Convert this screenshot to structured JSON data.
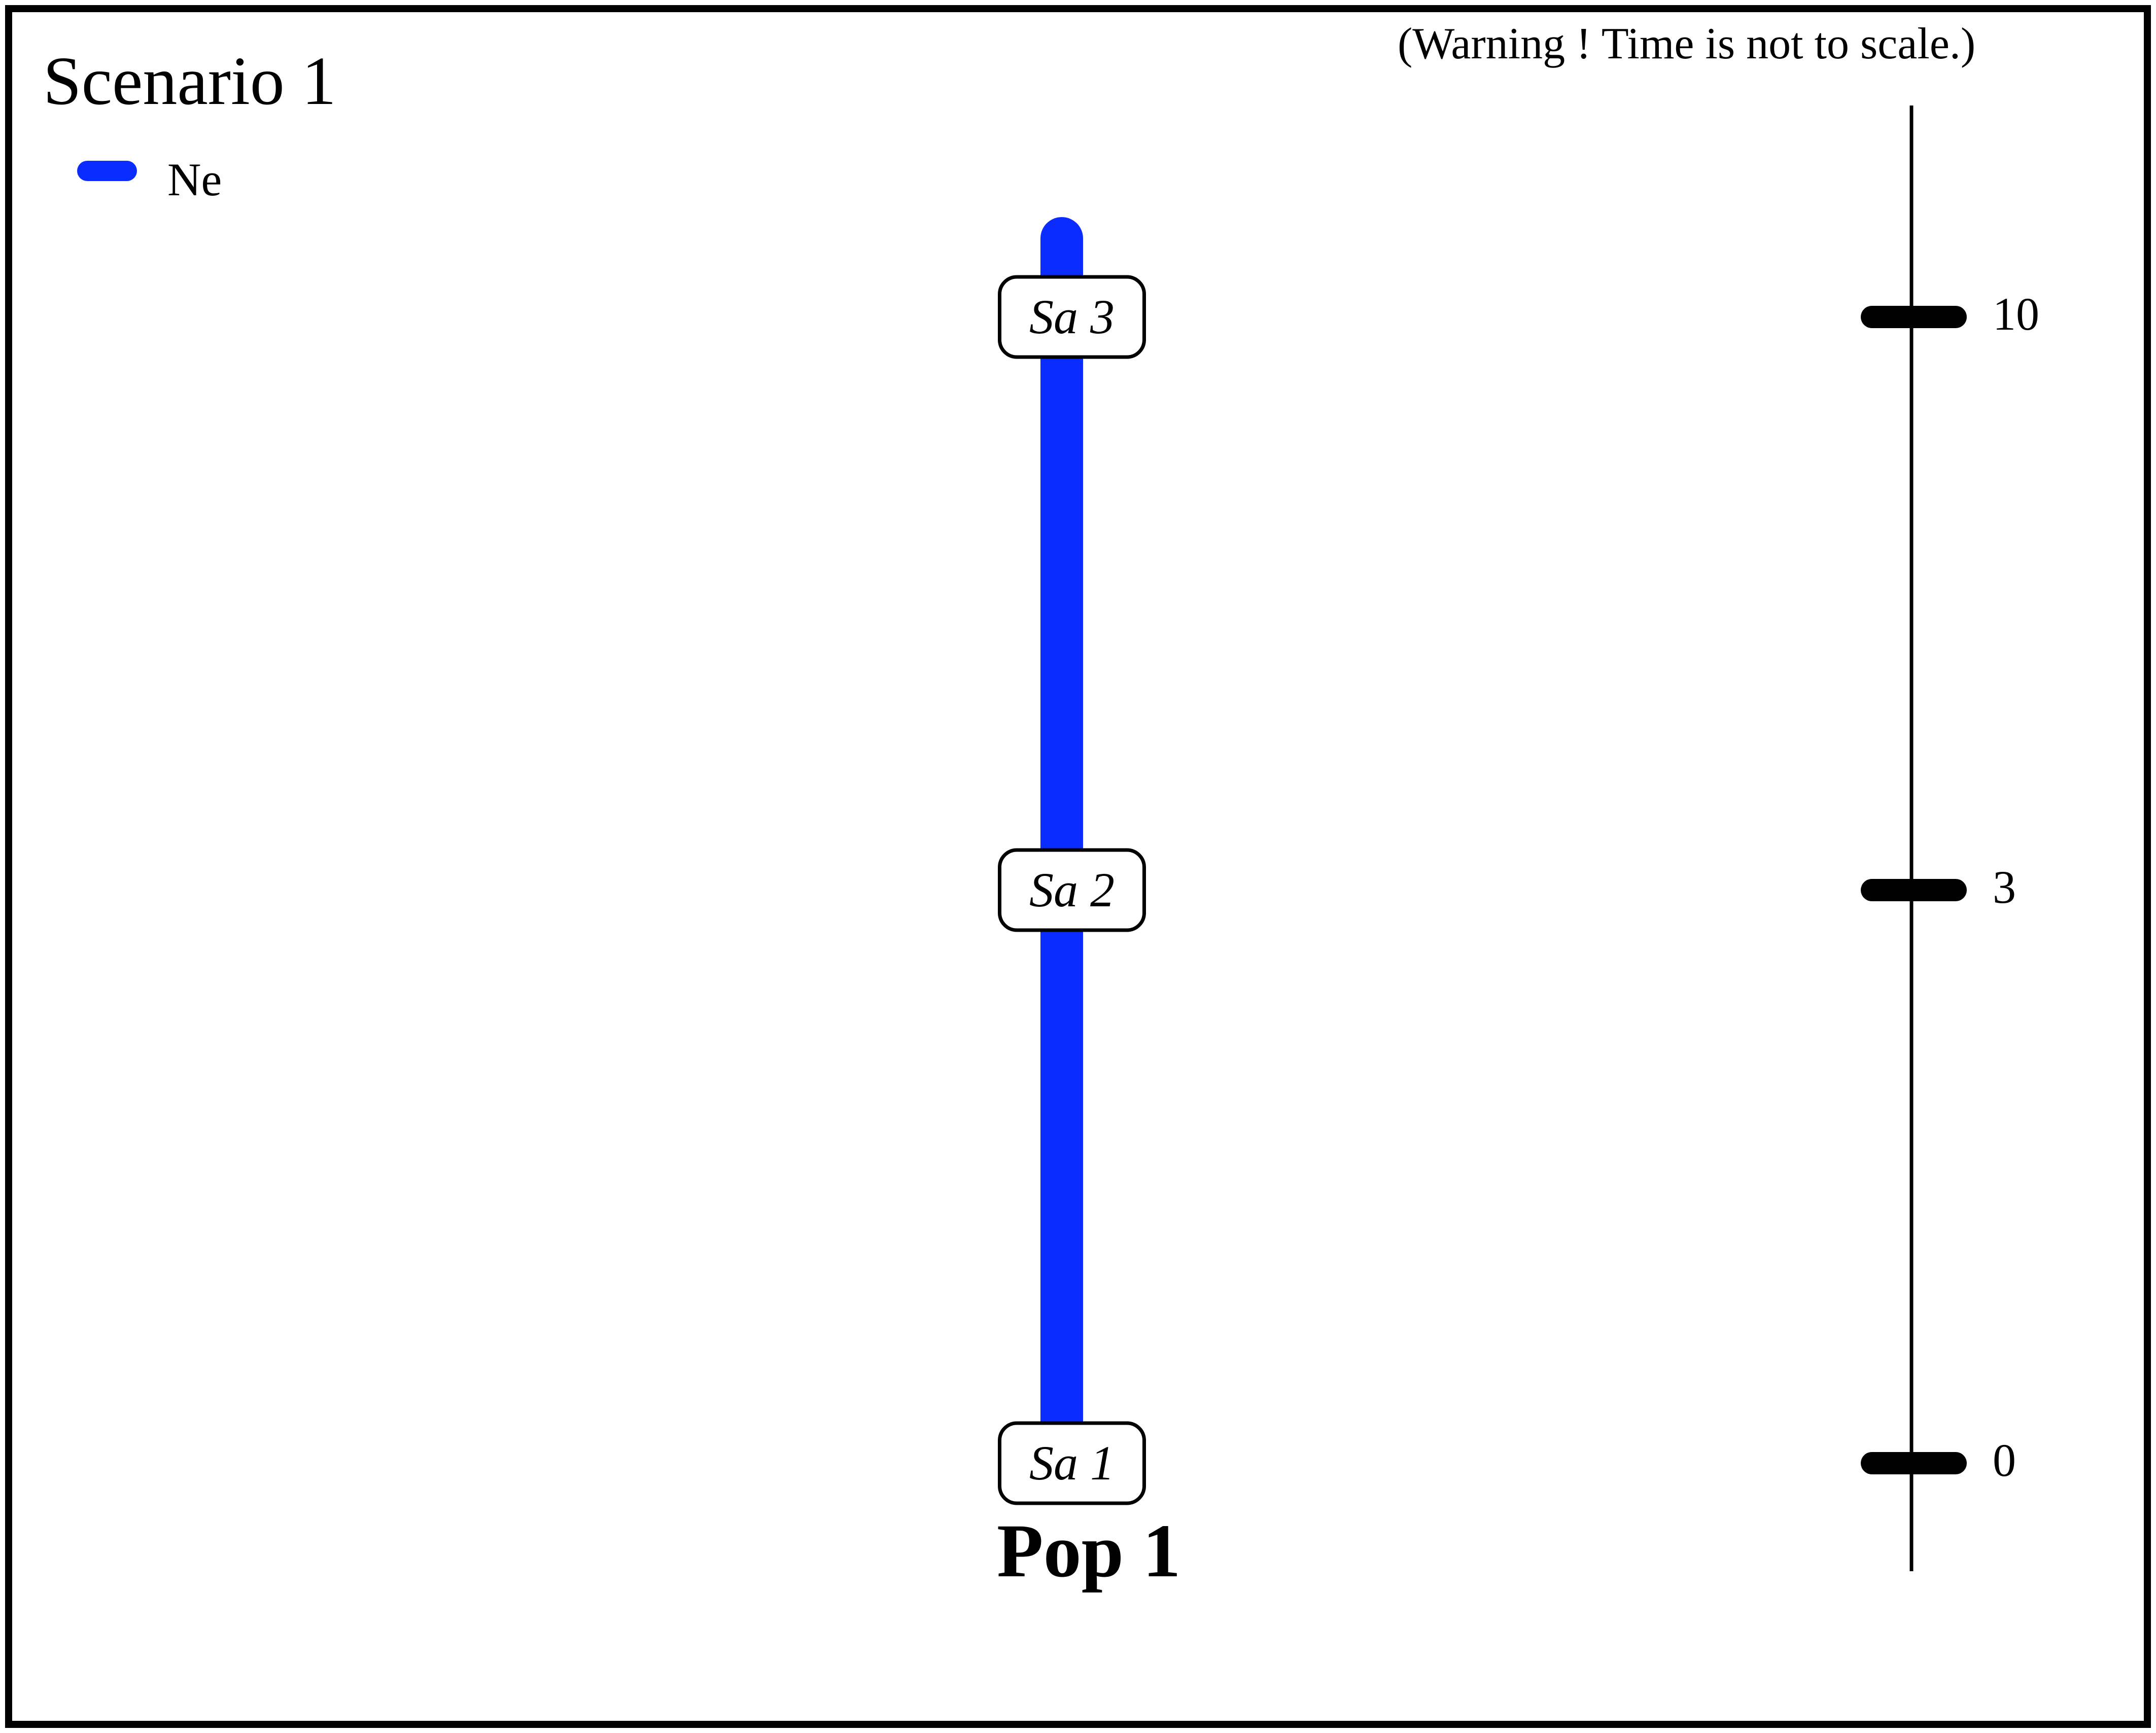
{
  "title": "Scenario 1",
  "warning": "(Warning ! Time is not to scale.)",
  "legend": [
    {
      "label": "Ne",
      "color": "#0a2cff"
    }
  ],
  "population": {
    "label": "Pop 1",
    "color": "#0a2cff",
    "samples": [
      {
        "label": "Sa 1",
        "time": 0
      },
      {
        "label": "Sa 2",
        "time": 3
      },
      {
        "label": "Sa 3",
        "time": 10
      }
    ]
  },
  "time_axis": {
    "ticks": [
      {
        "value": 0,
        "label": "0"
      },
      {
        "value": 3,
        "label": "3"
      },
      {
        "value": 10,
        "label": "10"
      }
    ]
  },
  "colors": {
    "frame": "#000000",
    "axis": "#000000",
    "ne_line": "#0a2cff"
  }
}
